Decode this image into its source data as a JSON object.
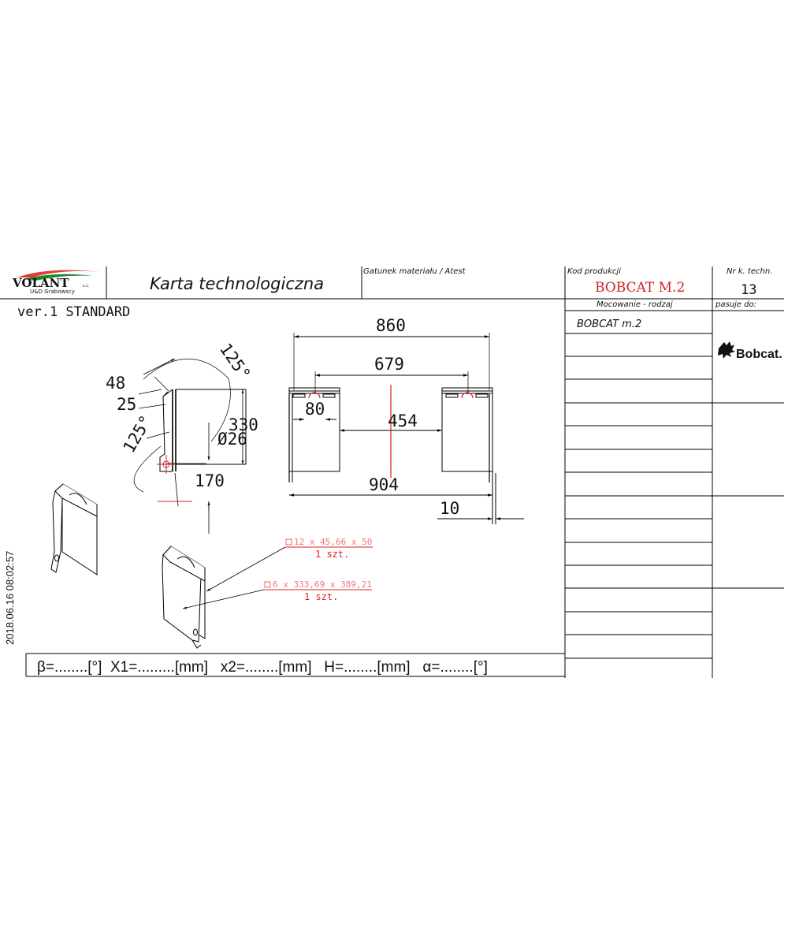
{
  "header": {
    "logo_text": "VOLANT",
    "logo_suffix": "s.c.",
    "logo_subtext": "U&D Grabowscy",
    "title": "Karta technologiczna",
    "material_label": "Gatunek materiału / Atest",
    "product_code_label": "Kod produkcji",
    "product_code_value": "BOBCAT M.2",
    "tech_no_label": "Nr k. techn.",
    "tech_no_value": "13",
    "mount_label": "Mocowanie - rodzaj",
    "fits_label": "pasuje do:"
  },
  "version": "ver.1 STANDARD",
  "mount_value": "BOBCAT m.2",
  "brand_logo_text": "Bobcat.",
  "timestamp": "2018.06.16 08:02:57",
  "dimensions": {
    "d860": "860",
    "d679": "679",
    "d80": "80",
    "d454": "454",
    "d904": "904",
    "d10": "10",
    "d48": "48",
    "d25": "25",
    "a125_top": "125°",
    "a125_left": "125°",
    "d330": "330",
    "d26": "Ø26",
    "d170": "170"
  },
  "parts": [
    {
      "spec": "12 x 45,66 x 50",
      "qty": "1 szt."
    },
    {
      "spec": "6 x 333,69 x 389,21",
      "qty": "1 szt."
    }
  ],
  "params_row": "β=........[°]  X1=.........[mm]   x2=........[mm]   H=........[mm]   α=........[°]",
  "colors": {
    "red": "#e23b3b",
    "line": "#000000",
    "dim_red": "#cc0000"
  }
}
